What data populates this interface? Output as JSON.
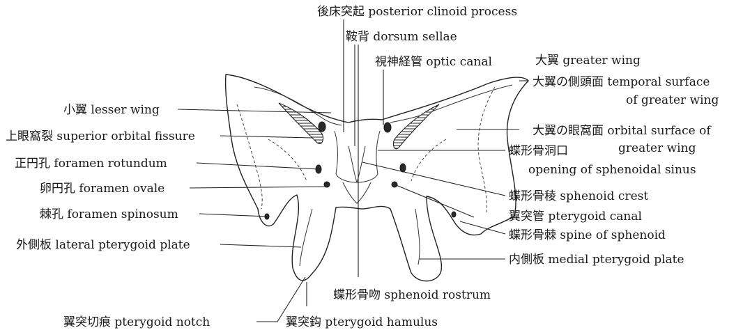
{
  "labels": {
    "posterior_clinoid": "後床突起 posterior clinoid process",
    "dorsum_sellae": "鞍背 dorsum sellae",
    "optic_canal": "視神経管 optic canal",
    "greater_wing": "大翼 greater wing",
    "temporal_surface_1": "大翼の側頭面 temporal surface",
    "temporal_surface_2": "of greater wing",
    "lesser_wing": "小翼 lesser wing",
    "orbital_surface_1": "大翼の眼窩面 orbital surface of",
    "orbital_surface_2": "greater wing",
    "superior_orbital_fissure": "上眼窩裂 superior orbital fissure",
    "sinus_opening_1": "蝶形骨洞口",
    "sinus_opening_2": "opening of sphenoidal sinus",
    "foramen_rotundum": "正円孔 foramen rotundum",
    "foramen_ovale": "卵円孔 foramen ovale",
    "sphenoid_crest": "蝶形骨稜 sphenoid crest",
    "foramen_spinosum": "棘孔 foramen spinosum",
    "pterygoid_canal": "翼突管 pterygoid canal",
    "spine_of_sphenoid": "蝶形骨棘 spine of sphenoid",
    "lateral_pterygoid_plate": "外側板 lateral pterygoid plate",
    "medial_pterygoid_plate": "内側板 medial pterygoid plate",
    "sphenoid_rostrum": "蝶形骨吻 sphenoid rostrum",
    "pterygoid_notch": "翼突切痕 pterygoid notch",
    "pterygoid_hamulus": "翼突鈎 pterygoid hamulus"
  }
}
